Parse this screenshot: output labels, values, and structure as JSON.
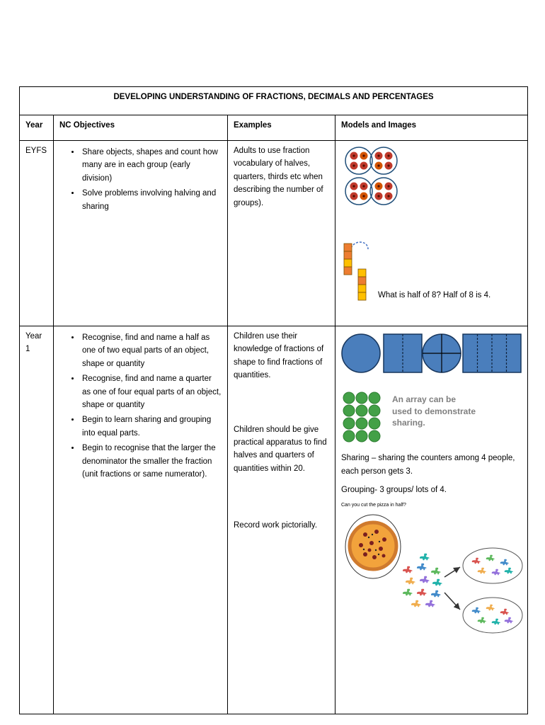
{
  "page": {
    "title": "DEVELOPING UNDERSTANDING OF FRACTIONS, DECIMALS AND PERCENTAGES"
  },
  "table": {
    "headers": {
      "year": "Year",
      "objectives": "NC Objectives",
      "examples": "Examples",
      "models": "Models and Images"
    },
    "rows": {
      "eyfs": {
        "year": "EYFS",
        "objectives": [
          "Share objects, shapes and count how many are in each group (early division)",
          "Solve problems involving halving and sharing"
        ],
        "example": "Adults to use fraction vocabulary of halves, quarters, thirds etc when describing the number of groups).",
        "models_caption": "What is half of 8? Half of 8 is 4."
      },
      "year1": {
        "year": "Year 1",
        "objectives": [
          "Recognise, find and name a half as one of two equal parts of an object, shape or quantity",
          "Recognise, find and name a quarter as one of four equal parts of an object, shape or quantity",
          "Begin to learn sharing and grouping into equal parts.",
          "Begin to recognise that the larger the denominator the smaller the fraction (unit fractions or same numerator)."
        ],
        "examples": [
          "Children use their knowledge of fractions of shape to find fractions of quantities.",
          "Children should be give practical apparatus to find halves and quarters of quantities within 20.",
          "Record work pictorially."
        ],
        "array_caption": "An array can be used to demonstrate sharing.",
        "sharing_text": "Sharing – sharing the counters among 4 people, each person gets 3.",
        "grouping_text": "Grouping- 3 groups/ lots of 4.",
        "pizza_question": "Can you cut the pizza in half?"
      }
    }
  },
  "colors": {
    "shape_blue": "#4a7ebc",
    "shape_border": "#17365d",
    "counter_green": "#43a047",
    "array_caption_gray": "#7f7f7f"
  }
}
